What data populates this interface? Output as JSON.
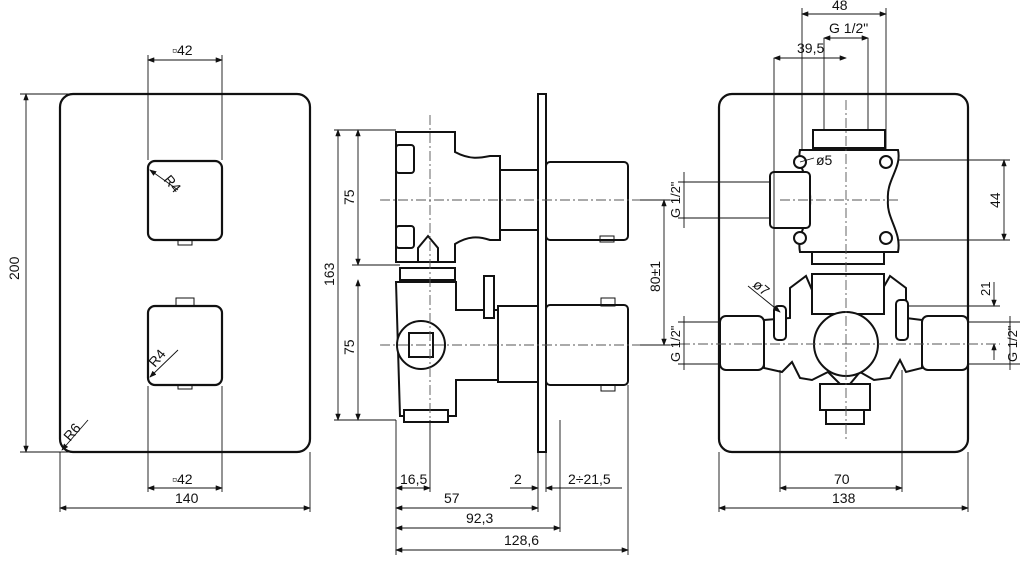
{
  "front_view": {
    "square_top": "▫42",
    "square_bottom": "▫42",
    "height": "200",
    "width": "140",
    "radius_top_knob": "R4",
    "radius_bottom_knob": "R4",
    "radius_plate": "R6"
  },
  "side_view": {
    "height_total": "163",
    "upper_75": "75",
    "lower_75": "75",
    "d16_5": "16,5",
    "d2": "2",
    "d2_21_5": "2÷21,5",
    "d57": "57",
    "d92_3": "92,3",
    "d128_6": "128,6",
    "d80": "80±1"
  },
  "rear_view": {
    "top48": "48",
    "g_top": "G 1/2\"",
    "d39_5": "39,5",
    "dia5": "ø5",
    "dia7": "ø7",
    "g_left_upper": "G 1/2\"",
    "g_left_lower": "G 1/2\"",
    "g_right_lower": "G 1/2\"",
    "d44": "44",
    "d21": "21",
    "d70": "70",
    "d138": "138"
  }
}
